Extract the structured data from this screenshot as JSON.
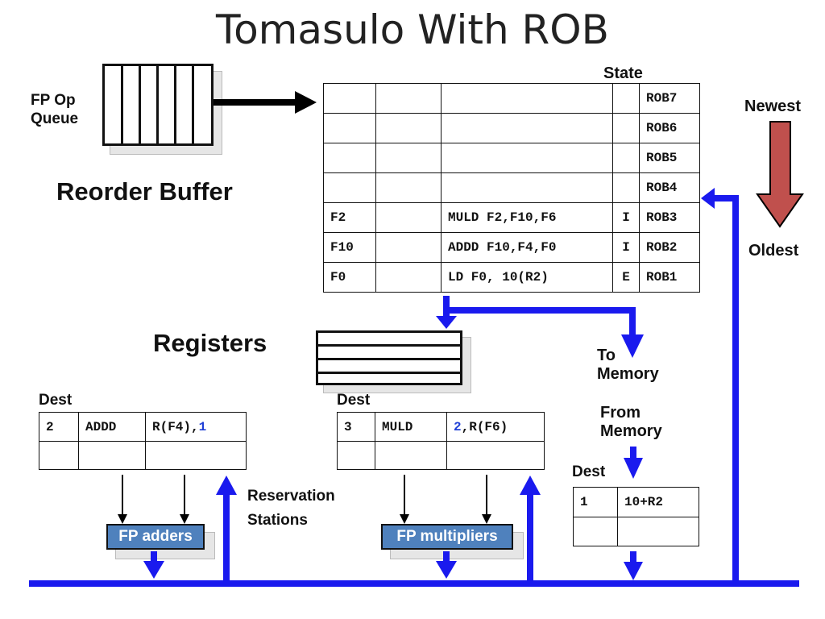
{
  "title": "Tomasulo With ROB",
  "fp_op_queue_label": [
    "FP Op",
    "Queue"
  ],
  "reorder_buffer_label": "Reorder Buffer",
  "registers_label": "Registers",
  "state_label": "State",
  "newest_label": "Newest",
  "oldest_label": "Oldest",
  "to_memory_label": [
    "To",
    "Memory"
  ],
  "from_memory_label": [
    "From",
    "Memory"
  ],
  "reservation_stations_label": [
    "Reservation",
    "Stations"
  ],
  "rob": {
    "rows": [
      {
        "dest": "",
        "value": "",
        "instr": "",
        "state": "",
        "id": "ROB7"
      },
      {
        "dest": "",
        "value": "",
        "instr": "",
        "state": "",
        "id": "ROB6"
      },
      {
        "dest": "",
        "value": "",
        "instr": "",
        "state": "",
        "id": "ROB5"
      },
      {
        "dest": "",
        "value": "",
        "instr": "",
        "state": "",
        "id": "ROB4"
      },
      {
        "dest": "F2",
        "value": "",
        "instr": "MULD F2,F10,F6",
        "state": "I",
        "id": "ROB3"
      },
      {
        "dest": "F10",
        "value": "",
        "instr": "ADDD F10,F4,F0",
        "state": "I",
        "id": "ROB2"
      },
      {
        "dest": "F0",
        "value": "",
        "instr": "LD F0, 10(R2)",
        "state": "E",
        "id": "ROB1"
      }
    ]
  },
  "adder_rs": {
    "dest_label": "Dest",
    "rows": [
      {
        "dest": "2",
        "op": "ADDD",
        "v1": "R(F4),",
        "v2": "1"
      },
      {
        "dest": "",
        "op": "",
        "v1": "",
        "v2": ""
      }
    ]
  },
  "mult_rs": {
    "dest_label": "Dest",
    "rows": [
      {
        "dest": "3",
        "op": "MULD",
        "v1": "2",
        "v2": ",R(F6)"
      },
      {
        "dest": "",
        "op": "",
        "v1": "",
        "v2": ""
      }
    ]
  },
  "load_buffer": {
    "dest_label": "Dest",
    "rows": [
      {
        "dest": "1",
        "addr": "10+R2"
      },
      {
        "dest": "",
        "addr": ""
      }
    ]
  },
  "fp_adders_label": "FP adders",
  "fp_multipliers_label": "FP multipliers",
  "colors": {
    "bus": "#1a1aee",
    "unit": "#4f81bd",
    "down_arrow": "#c0504d",
    "tag": "#1f3fd6"
  }
}
